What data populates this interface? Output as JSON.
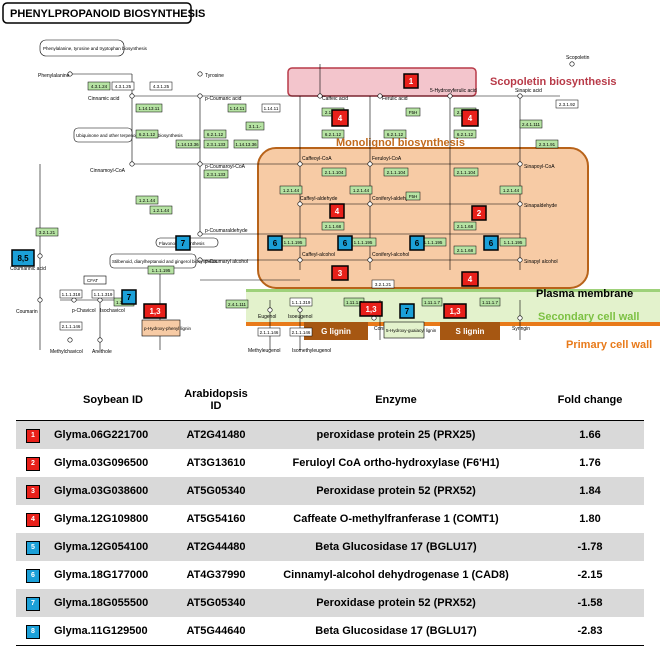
{
  "colors": {
    "red_badge": "#e8201a",
    "blue_badge": "#1ba0d8",
    "monolignol_fill": "#f7cba5",
    "monolignol_border": "#b8631a",
    "scopoletin_fill": "#f3c5cc",
    "scopoletin_border": "#b83a48",
    "enzyme_green": "#b6e3a3",
    "cell_wall_green": "#e3f2cc",
    "primary_wall_orange": "#e87a1a",
    "lignin_brown": "#a65712",
    "secondary_label": "#7dc143",
    "primary_label": "#e87a1a",
    "scopoletin_label": "#b83a48",
    "monolignol_label": "#c26a1c"
  },
  "diagram": {
    "title": "PHENYLPROPANOID BIOSYNTHESIS",
    "region_labels": {
      "scopoletin": "Scopoletin biosynthesis",
      "monolignol": "Monolignol biosynthesis",
      "plasma_membrane": "Plasma membrane",
      "secondary_wall": "Secondary cell wall",
      "primary_wall": "Primary cell wall"
    },
    "lignin_labels": {
      "g": "G lignin",
      "s": "S lignin"
    },
    "enzymes": {
      "e4311": "4.3.1.24",
      "e4312": "4.3.1.25",
      "e4312b": "4.3.1.25",
      "e1141": "1.14.13.11",
      "e6212a": "6.2.1.12",
      "e6212b": "6.2.1.12",
      "e6212c": "6.2.1.12",
      "e6212d": "6.2.1.12",
      "e6212e": "6.2.1.12",
      "e1214": "1.2.1.44",
      "e1214b": "1.2.1.44",
      "e1214c": "1.2.1.44",
      "e1214d": "1.2.1.44",
      "e1214e": "1.2.1.44",
      "e1143": "1.14.13.36",
      "e1143b": "1.14.13.36",
      "e2311a": "2.3.1.133",
      "e2311b": "2.3.1.133",
      "e2118": "2.1.1.68",
      "e2118b": "2.1.1.68",
      "e2118c": "2.1.1.68",
      "e2118d": "2.1.1.68",
      "e2118e": "2.1.1.68",
      "e2110": "2.1.1.104",
      "e2110b": "2.1.1.104",
      "e2110c": "2.1.1.104",
      "f5h": "F5H",
      "f5h2": "F5H",
      "e1114": "1.14.11",
      "e1114b": "1.14.11",
      "e1111": "1.1.1.195",
      "e1111b": "1.1.1.195",
      "e1111c": "1.1.1.195",
      "e1111d": "1.1.1.195",
      "e1111e": "1.1.1.195",
      "e3211": "3.2.1.21",
      "e3211b": "3.2.1.21",
      "e2411": "2.4.1.111",
      "e2411b": "2.4.1.111",
      "e1117": "1.11.1.7",
      "e1117b": "1.11.1.7",
      "e1117c": "1.11.1.7",
      "e1117d": "1.11.1.7",
      "e3119": "3.1.1.-",
      "e2319": "2.3.1.91",
      "e2319b": "2.3.1.92",
      "e1111f": "1.1.1.318",
      "e1111g": "1.1.1.319",
      "e2114": "2.1.1.146",
      "e2114b": "2.1.1.146",
      "e1119": "1.1.1.319",
      "e2114c": "2.1.1.146"
    },
    "compounds": {
      "phenylalanine": "Phenylalanine",
      "tyrosine": "Tyrosine",
      "cinnamic": "Cinnamic acid",
      "pcoumaric": "p-Coumaric acid",
      "caffeic": "Caffeic acid",
      "ferulic": "Ferulic acid",
      "hydroxyferulic": "5-Hydroxyferulic acid",
      "sinapic": "Sinapic acid",
      "cinnamoylcoa": "Cinnamoyl-CoA",
      "pcoumaroylcoa": "p-Coumaroyl-CoA",
      "caffeoylcoa": "Caffeoyl-CoA",
      "feruloylcoa": "Feruloyl-CoA",
      "sinapoylcoa": "Sinapoyl-CoA",
      "pcoumaraldehyde": "p-Coumaraldehyde",
      "caffeylaldehyde": "Caffeyl-aldehyde",
      "coniferylaldehyde": "Coniferyl-aldehyde",
      "sinapaldehyde": "Sinapaldehyde",
      "pcoumarylalcohol": "p-Coumaryl alcohol",
      "caffeylalcohol": "Caffeyl-alcohol",
      "coniferylalcohol": "Coniferyl-alcohol",
      "sinapylalcohol": "Sinapyl alcohol",
      "coumarinic": "Coumarinic acid",
      "coumarin": "Coumarin",
      "scopoletin": "Scopoletin",
      "coniferin": "Coniferin",
      "syringin": "Syringin",
      "anethole": "Anethole",
      "methyleugenol": "Methyleugenol",
      "isomethyleugenol": "Isomethyleugenol",
      "eugenol": "Eugenol",
      "isoeugenol": "Isoeugenol",
      "chavicol": "p-Chavicol",
      "isochavicol": "Isochavicol",
      "methylchavicol": "Methylchavicol",
      "hydroxyphenyl_lignin": "p-Hydroxy-phenyl lignin",
      "hydroxyguaiacyl_lignin": "5-Hydroxy-guaiacyl lignin",
      "flavonoid": "Flavonoid biosynthesis",
      "stilbenoid": "Stilbenoid, diarylheptanoid and gingerol biosynthesis",
      "ubiquinone": "Ubiquinone and other terpenoid-quinone biosynthesis",
      "phetyr": "Phenylalanine, tyrosine and tryptophan biosynthesis",
      "cfat": "CFAT",
      "f5h_box": "F5H"
    },
    "badges": {
      "b1": "1",
      "b2": "2",
      "b3": "3",
      "b4a": "4",
      "b4b": "4",
      "b4c": "4",
      "b4d": "4",
      "b13a": "1,3",
      "b13b": "1,3",
      "b13c": "1,3",
      "b85": "8,5",
      "b6a": "6",
      "b6b": "6",
      "b6c": "6",
      "b6d": "6",
      "b7a": "7",
      "b7b": "7",
      "b7c": "7"
    }
  },
  "table": {
    "headers": {
      "soybean": "Soybean ID",
      "arabidopsis": "Arabidopsis ID",
      "enzyme": "Enzyme",
      "fold": "Fold change"
    },
    "rows": [
      {
        "num": "1",
        "color": "#e8201a",
        "soybean": "Glyma.06G221700",
        "arabidopsis": "AT2G41480",
        "enzyme": "peroxidase protein 25 (PRX25)",
        "fold": "1.66"
      },
      {
        "num": "2",
        "color": "#e8201a",
        "soybean": "Glyma.03G096500",
        "arabidopsis": "AT3G13610",
        "enzyme": "Feruloyl CoA ortho-hydroxylase (F6'H1)",
        "fold": "1.76"
      },
      {
        "num": "3",
        "color": "#e8201a",
        "soybean": "Glyma.03G038600",
        "arabidopsis": "AT5G05340",
        "enzyme": "Peroxidase protein 52 (PRX52)",
        "fold": "1.84"
      },
      {
        "num": "4",
        "color": "#e8201a",
        "soybean": "Glyma.12G109800",
        "arabidopsis": "AT5G54160",
        "enzyme": "Caffeate O-methylfranferase 1 (COMT1)",
        "fold": "1.80"
      },
      {
        "num": "5",
        "color": "#1ba0d8",
        "soybean": "Glyma.12G054100",
        "arabidopsis": "AT2G44480",
        "enzyme": "Beta Glucosidase 17 (BGLU17)",
        "fold": "-1.78"
      },
      {
        "num": "6",
        "color": "#1ba0d8",
        "soybean": "Glyma.18G177000",
        "arabidopsis": "AT4G37990",
        "enzyme": "Cinnamyl-alcohol dehydrogenase 1 (CAD8)",
        "fold": "-2.15"
      },
      {
        "num": "7",
        "color": "#1ba0d8",
        "soybean": "Glyma.18G055500",
        "arabidopsis": "AT5G05340",
        "enzyme": "Peroxidase protein 52 (PRX52)",
        "fold": "-1.58"
      },
      {
        "num": "8",
        "color": "#1ba0d8",
        "soybean": "Glyma.11G129500",
        "arabidopsis": "AT5G44640",
        "enzyme": "Beta Glucosidase 17 (BGLU17)",
        "fold": "-2.83"
      }
    ]
  }
}
